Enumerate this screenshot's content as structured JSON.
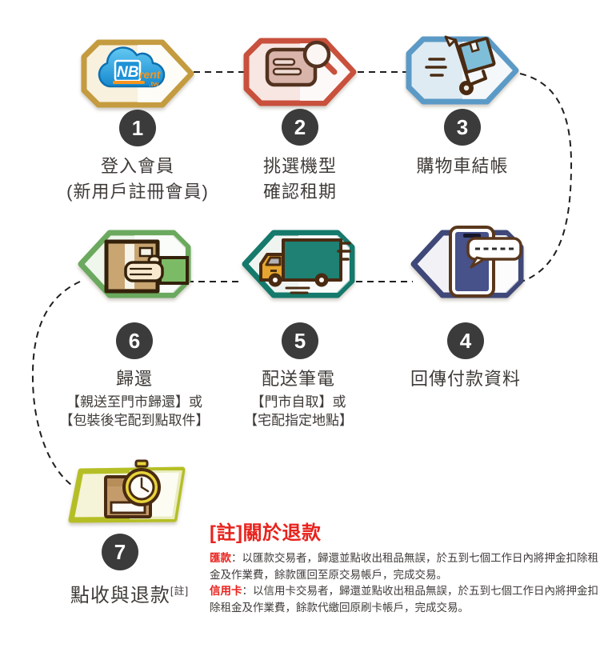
{
  "page": {
    "background": "#ffffff",
    "connector_color": "#1f1f1f",
    "number_circle_color": "#3b3b3b",
    "text_color": "#3f3b38"
  },
  "logo": {
    "nb": "NB",
    "rent": "rent",
    "tw": ".tw"
  },
  "steps": [
    {
      "number": "1",
      "title": "登入會員",
      "subtitle": "(新用戶註冊會員)",
      "icon": "nbrent-cloud-logo-icon",
      "border_color": "#c49b3f",
      "fill_color": "#f8f1de"
    },
    {
      "number": "2",
      "title": "挑選機型",
      "subtitle": "確認租期",
      "icon": "browse-model-search-icon",
      "border_color": "#c8503c",
      "fill_color": "#f7e6e1"
    },
    {
      "number": "3",
      "title": "購物車結帳",
      "icon": "cart-dolly-icon",
      "border_color": "#5b9ac6",
      "fill_color": "#deebf3"
    },
    {
      "number": "4",
      "title": "回傳付款資料",
      "icon": "phone-message-icon",
      "border_color": "#3f4878",
      "fill_color": "#f2f2f6"
    },
    {
      "number": "5",
      "title": "配送筆電",
      "subtitle": "【門市自取】或",
      "subtitle2": "【宅配指定地點】",
      "icon": "delivery-truck-icon",
      "border_color": "#15796b",
      "fill_color": "#eff4f0"
    },
    {
      "number": "6",
      "title": "歸還",
      "subtitle": "【親送至門市歸還】或",
      "subtitle2": "【包裝後宅配到點取件】",
      "icon": "handover-box-icon",
      "border_color": "#6ba95e",
      "fill_color": "#eff6eb"
    },
    {
      "number": "7",
      "title": "點收與退款",
      "title_sup": "[註]",
      "icon": "stopwatch-package-icon",
      "border_color": "#b5bf25",
      "fill_color": "#f5f3d8"
    }
  ],
  "note": {
    "accent_color": "#e8231d",
    "title": "[註]關於退款",
    "items": [
      {
        "label": "匯款",
        "text": "：以匯款交易者，歸還並點收出租品無誤，於五到七個工作日內將押金扣除租金及作業費，餘款匯回至原交易帳戶，完成交易。"
      },
      {
        "label": "信用卡",
        "text": "：以信用卡交易者，歸還並點收出租品無誤，於五到七個工作日內將押金扣除租金及作業費，餘款代繳回原刷卡帳戶，完成交易。"
      }
    ]
  }
}
